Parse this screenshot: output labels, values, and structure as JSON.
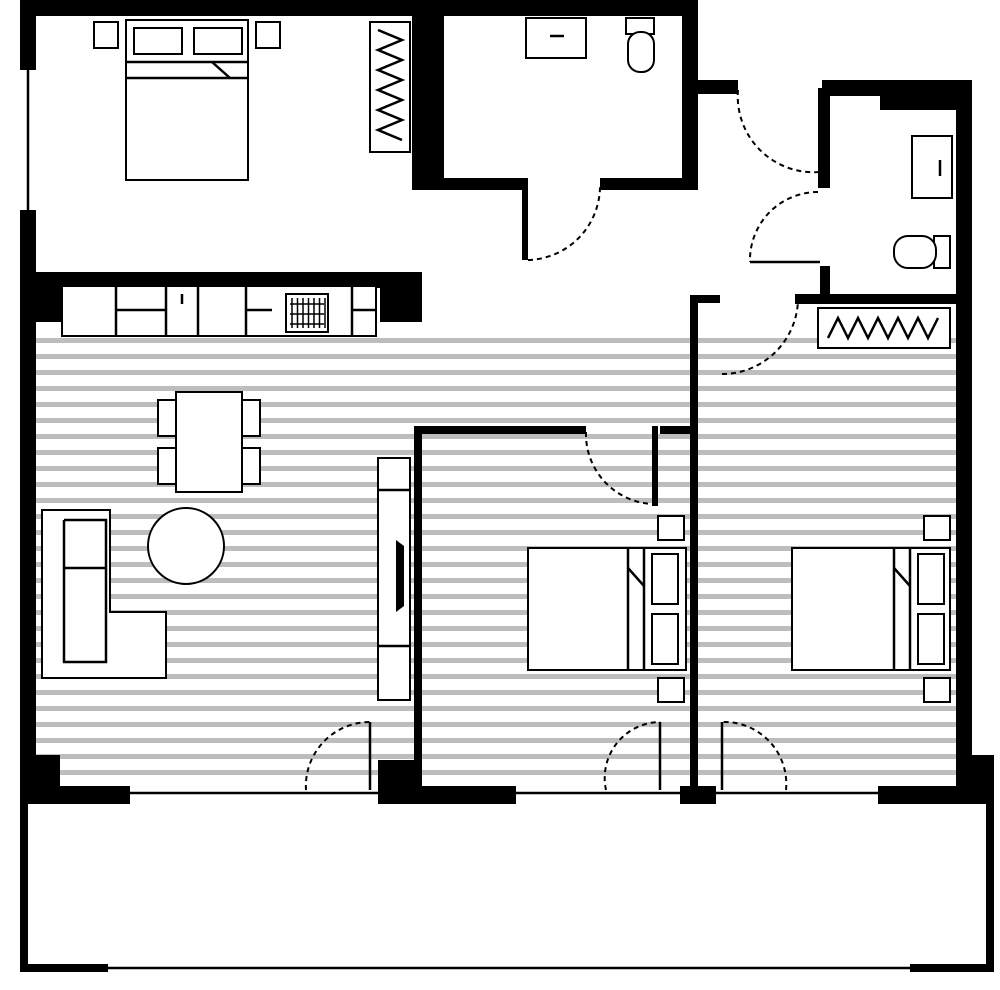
{
  "plan": {
    "colors": {
      "wall": "#000000",
      "floor_stripe": "#bdbdbd",
      "background": "#ffffff"
    },
    "rooms": [
      "master-bedroom",
      "ensuite-bathroom",
      "second-bathroom",
      "living-dining",
      "bedroom-2",
      "bedroom-3",
      "balcony",
      "hallway"
    ]
  }
}
